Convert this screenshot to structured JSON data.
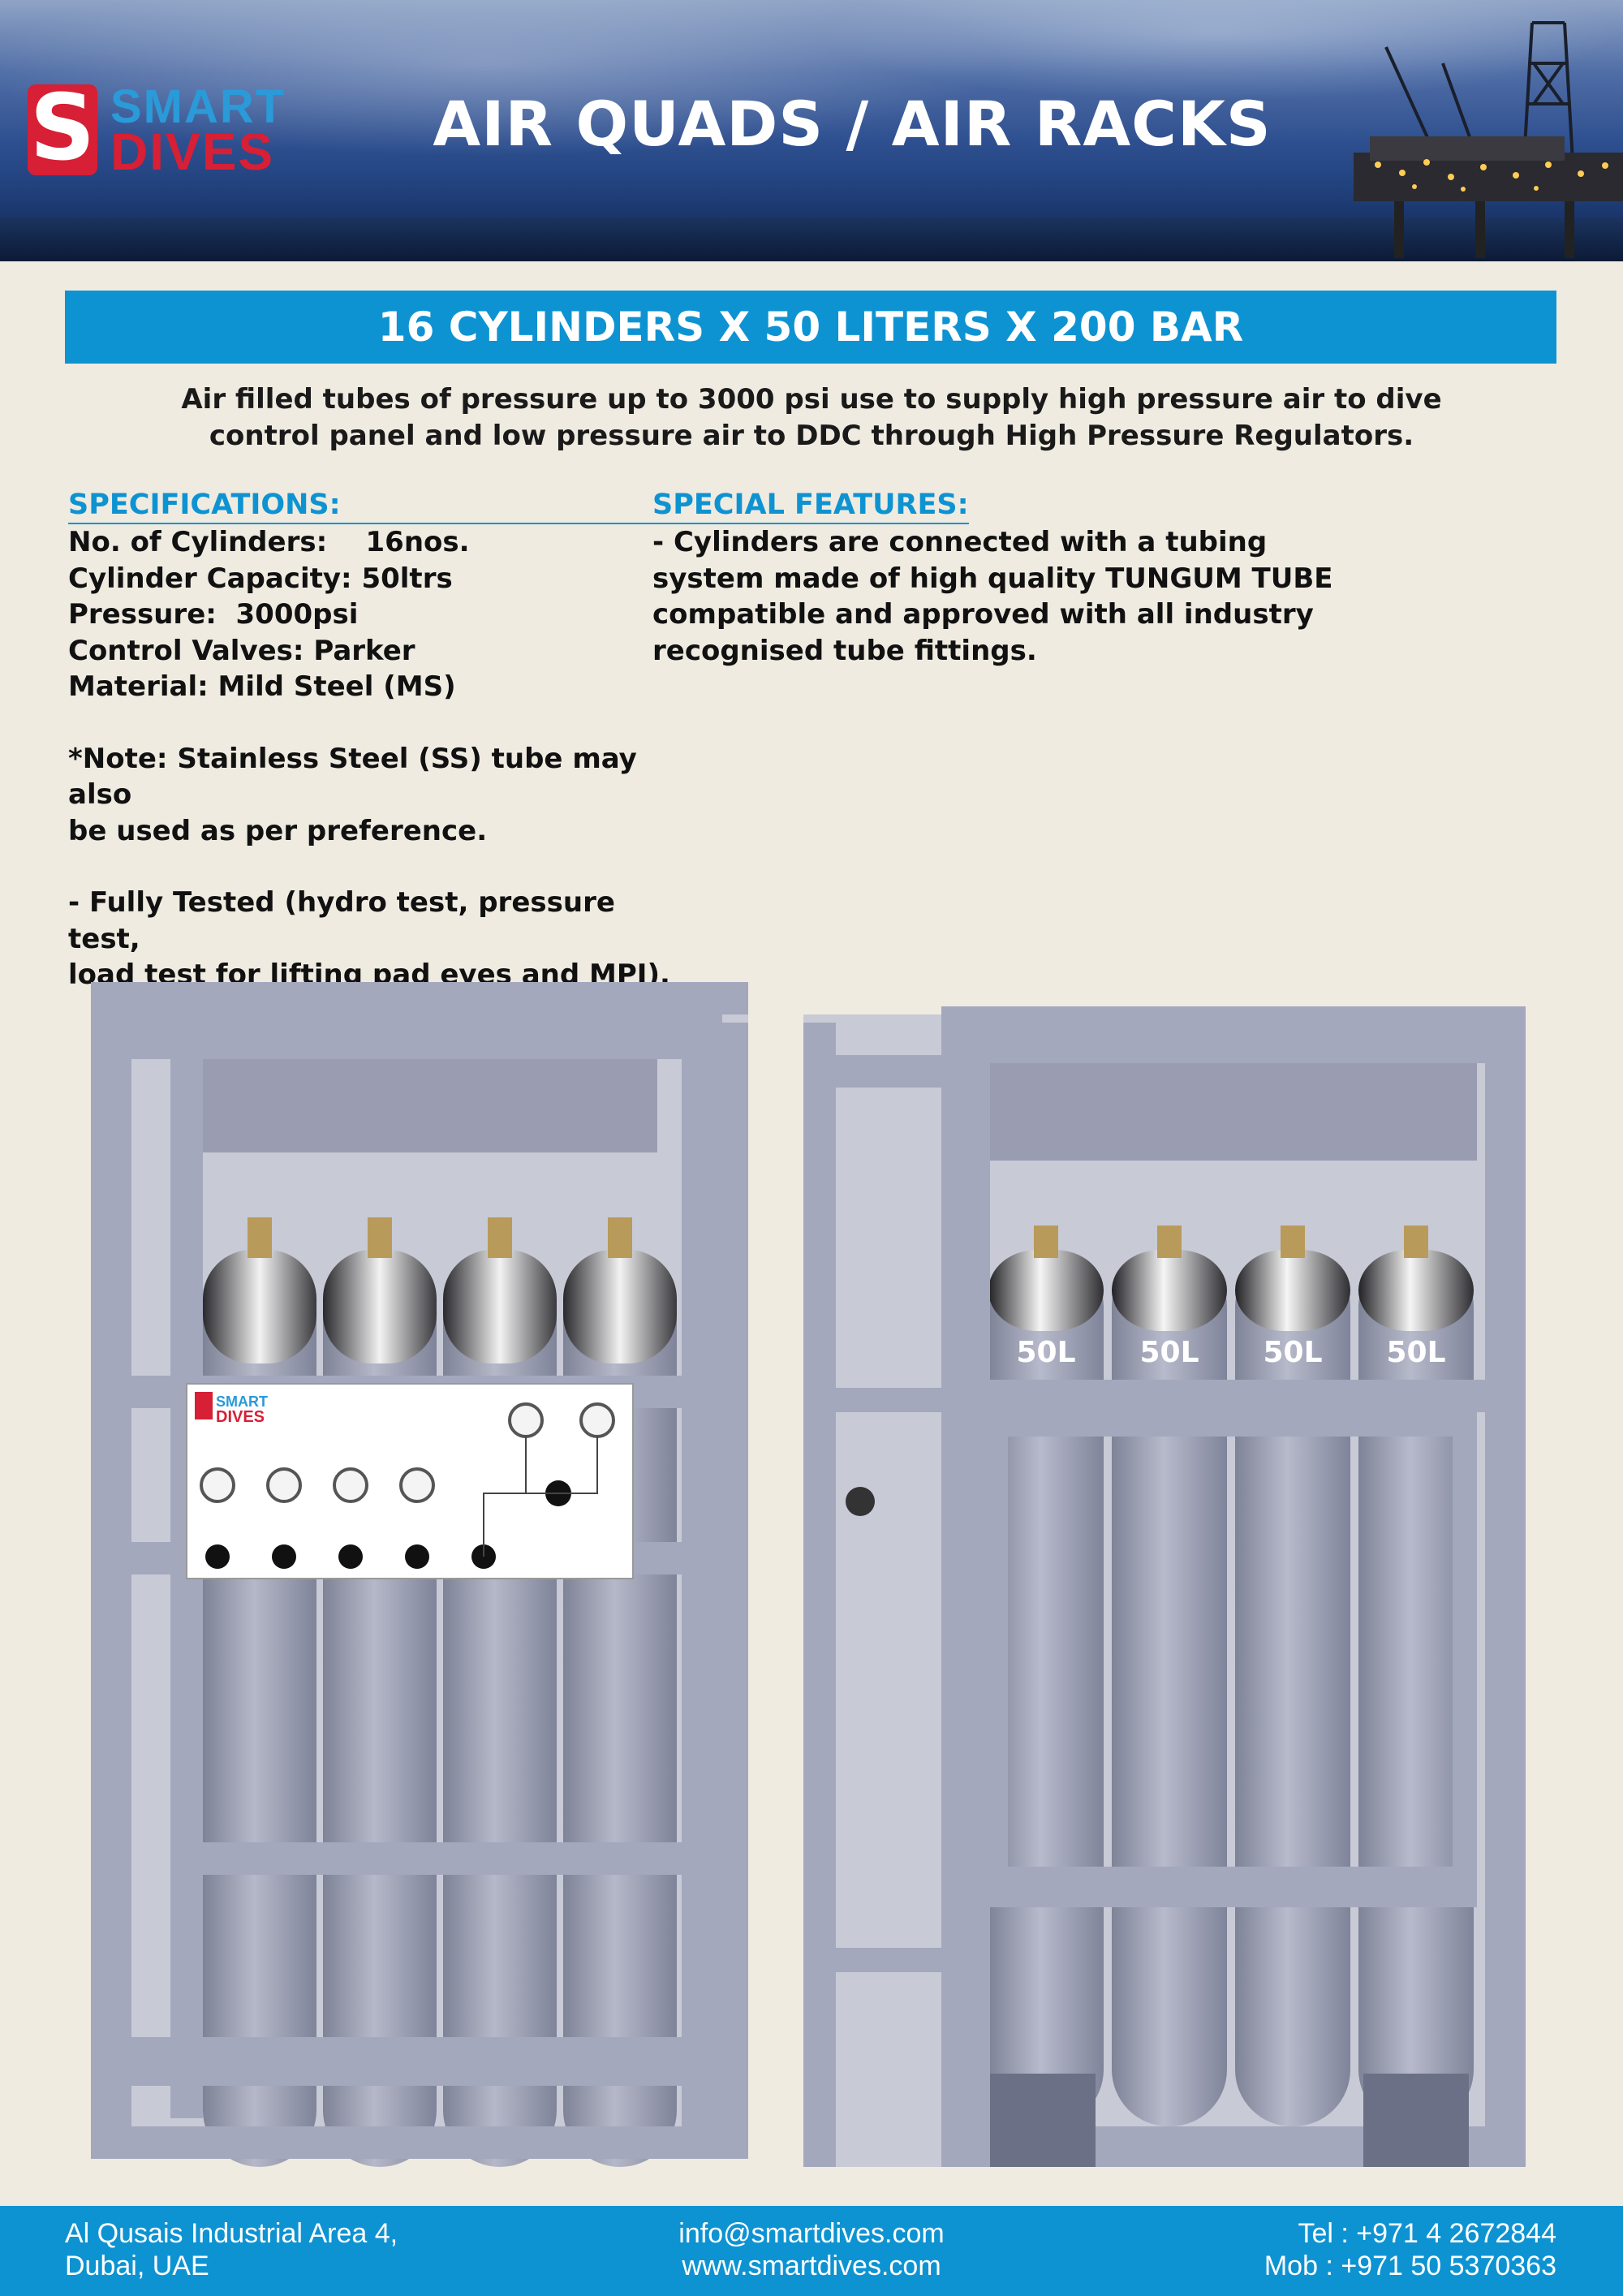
{
  "header": {
    "brand_line1": "SMART",
    "brand_line2": "DIVES",
    "brand_mark": "S",
    "title": "AIR QUADS / AIR RACKS",
    "background_icon": "offshore-rig-image"
  },
  "banner": {
    "text": "16 CYLINDERS X 50 LITERS X 200 BAR"
  },
  "intro": {
    "line1": "Air filled tubes of pressure up to 3000 psi use to supply high pressure air to dive",
    "line2": "control panel and low pressure air to DDC through High Pressure Regulators."
  },
  "specifications": {
    "heading": "SPECIFICATIONS:",
    "items": [
      "No. of Cylinders:    16nos.",
      "Cylinder Capacity: 50ltrs",
      "Pressure:  3000psi",
      "Control Valves: Parker",
      "Material: Mild Steel (MS)"
    ],
    "note_line1": "*Note: Stainless Steel (SS) tube may also",
    "note_line2": "be used as per preference.",
    "tested_line1": "- Fully Tested (hydro test, pressure test,",
    "tested_line2": "load test for lifting pad eyes and MPI)."
  },
  "features": {
    "heading": "SPECIAL FEATURES:",
    "line1": "- Cylinders are connected with a tubing",
    "line2": "system made of high quality TUNGUM TUBE",
    "line3": "compatible and approved with all industry",
    "line4": "recognised tube fittings."
  },
  "product_images": {
    "left": {
      "panel_brand1": "SMART",
      "panel_brand2": "DIVES"
    },
    "right": {
      "cylinder_labels": [
        "50L",
        "50L",
        "50L",
        "50L"
      ]
    }
  },
  "footer": {
    "address_line1": "Al Qusais Industrial Area 4,",
    "address_line2": "Dubai, UAE",
    "email": "info@smartdives.com",
    "website": "www.smartdives.com",
    "tel": "Tel : +971 4 2672844",
    "mob": "Mob : +971 50 5370363"
  },
  "colors": {
    "accent_blue": "#0e93d2",
    "brand_red": "#d71f35",
    "page_bg": "#efebe1",
    "frame_gray": "#a4a8bd"
  }
}
